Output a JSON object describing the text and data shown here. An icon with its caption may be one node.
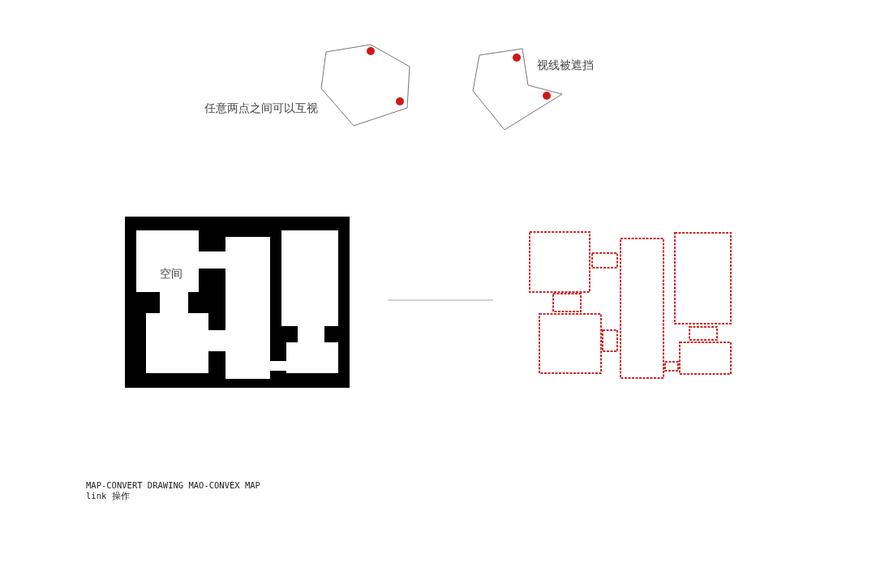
{
  "diagram": {
    "nodes": [
      {
        "text": [],
        "shape": "picture"
      },
      {
        "text": [],
        "shape": "picture"
      }
    ],
    "edges": [
      {
        "from": 0,
        "to": 1,
        "arrow": "none"
      }
    ],
    "labels": [
      "视线被遮挡",
      "任意两点之间可以互视",
      "空间",
      "MAP-CONVERT DRAWING MAO-CONVEX MAP link 操作"
    ]
  }
}
